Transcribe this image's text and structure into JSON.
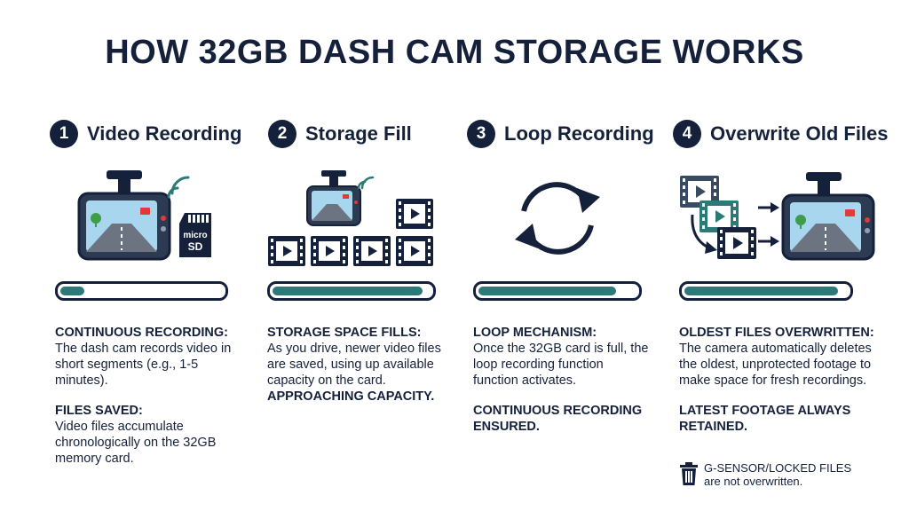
{
  "title": "HOW 32GB DASH CAM STORAGE WORKS",
  "colors": {
    "navy": "#15213b",
    "teal": "#2b7a78",
    "slate": "#3b4a63"
  },
  "steps": [
    {
      "number": "1",
      "title": "Video Recording",
      "progress": 0.15,
      "icons": [
        "dash-cam-icon",
        "wifi-signal-icon",
        "micro-sd-card-icon"
      ],
      "sd_label": "micro",
      "sd_sub": "SD",
      "heading1": "CONTINUOUS RECORDING:",
      "body1": "The dash cam records video in short segments (e.g., 1-5 minutes).",
      "heading2": "FILES SAVED:",
      "body2": "Video files accumulate chronologically on the 32GB memory card."
    },
    {
      "number": "2",
      "title": "Storage Fill",
      "progress": 0.95,
      "icons": [
        "dash-cam-icon",
        "video-file-icon"
      ],
      "heading1": "STORAGE SPACE FILLS:",
      "body1": "As you drive, newer video files are saved, using up available capacity on the card.",
      "heading2": "APPROACHING CAPACITY."
    },
    {
      "number": "3",
      "title": "Loop Recording",
      "progress": 0.87,
      "icons": [
        "loop-arrows-icon"
      ],
      "heading1": "LOOP MECHANISM:",
      "body1": "Once the 32GB card is full, the loop recording function function activates.",
      "heading2": "CONTINUOUS RECORDING ENSURED."
    },
    {
      "number": "4",
      "title": "Overwrite Old Files",
      "progress": 0.94,
      "icons": [
        "video-file-icon",
        "arrow-right-icon",
        "dash-cam-icon"
      ],
      "heading1": "OLDEST FILES OVERWRITTEN:",
      "body1": "The camera automatically deletes the oldest, unprotected footage to make space for fresh recordings.",
      "heading2": "LATEST FOOTAGE ALWAYS RETAINED.",
      "note_line1": "G-SENSOR/LOCKED FILES",
      "note_line2": "are not overwritten."
    }
  ]
}
